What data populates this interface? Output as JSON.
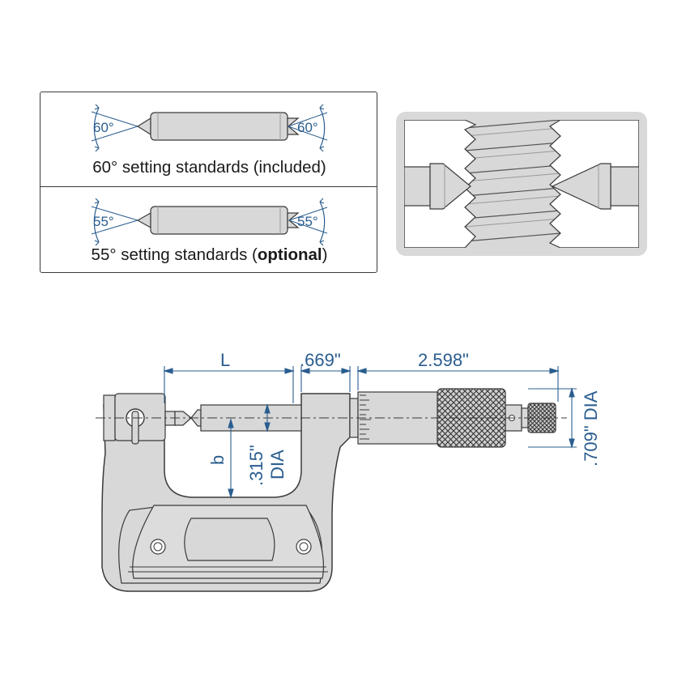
{
  "standards": {
    "row_60": {
      "angle_left": "60°",
      "angle_right": "60°",
      "caption_prefix": "60° setting standards (included)"
    },
    "row_55": {
      "angle_left": "55°",
      "angle_right": "55°",
      "caption_prefix": "55° setting standards (",
      "caption_bold": "optional",
      "caption_suffix": ")"
    }
  },
  "dimensions": {
    "L": "L",
    "anvil_length": ".669\"",
    "thimble_length": "2.598\"",
    "throat_depth": "b",
    "anvil_dia_value": ".315\"",
    "anvil_dia_unit": "DIA",
    "spindle_dia": ".709\" DIA"
  },
  "colors": {
    "dimension_blue": "#2a5d8f",
    "body_gray": "#d8d8d8",
    "outline": "#3a3a3a"
  }
}
